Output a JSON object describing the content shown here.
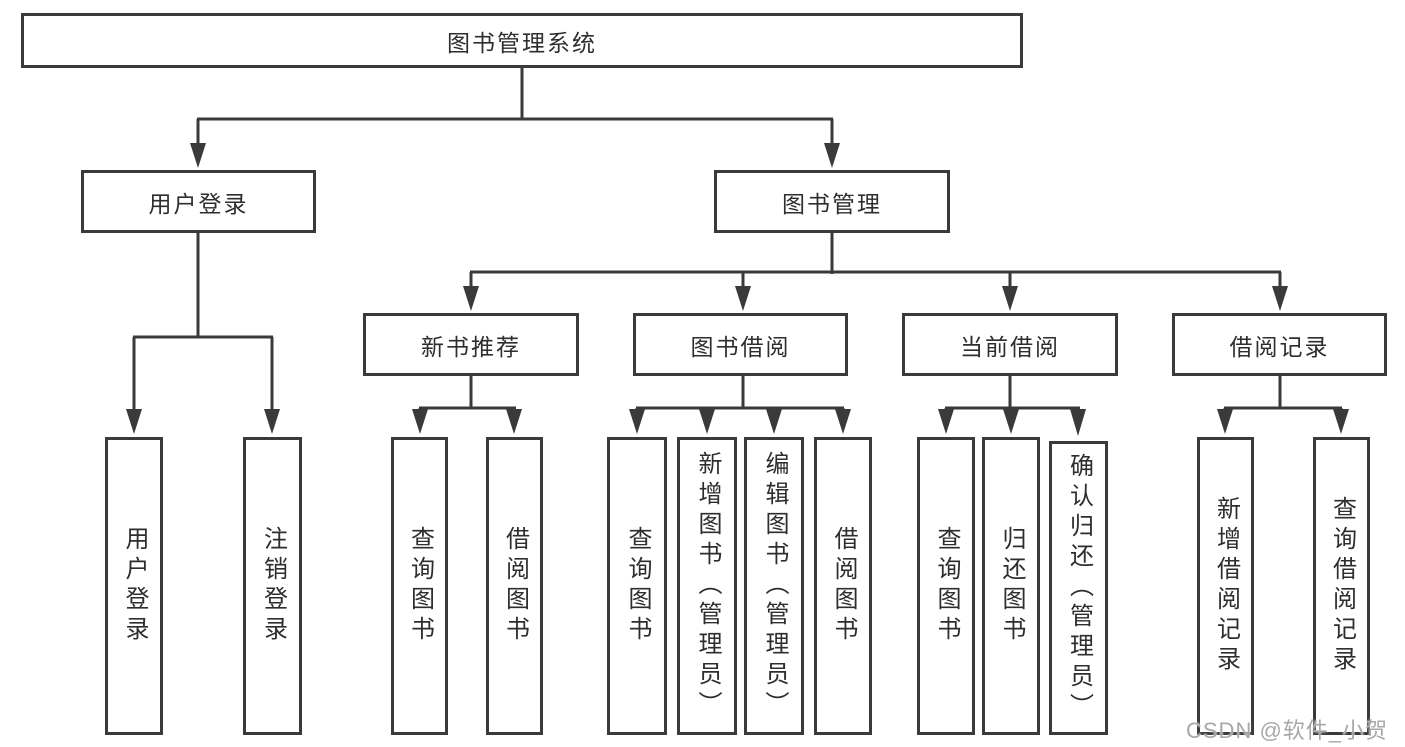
{
  "diagram": {
    "root": {
      "label": "图书管理系统"
    },
    "level2": [
      {
        "label": "用户登录"
      },
      {
        "label": "图书管理"
      }
    ],
    "level3": [
      {
        "label": "新书推荐"
      },
      {
        "label": "图书借阅"
      },
      {
        "label": "当前借阅"
      },
      {
        "label": "借阅记录"
      }
    ],
    "leaves": {
      "user": [
        {
          "label": "用户登录"
        },
        {
          "label": "注销登录"
        }
      ],
      "recommend": [
        {
          "label": "查询图书"
        },
        {
          "label": "借阅图书"
        }
      ],
      "borrow": [
        {
          "label": "查询图书"
        },
        {
          "label": "新增图书（管理员）"
        },
        {
          "label": "编辑图书（管理员）"
        },
        {
          "label": "借阅图书"
        }
      ],
      "current": [
        {
          "label": "查询图书"
        },
        {
          "label": "归还图书"
        },
        {
          "label": "确认归还（管理员）"
        }
      ],
      "records": [
        {
          "label": "新增借阅记录"
        },
        {
          "label": "查询借阅记录"
        }
      ]
    }
  },
  "watermark": {
    "text": "CSDN @软件_小贺同学"
  },
  "colors": {
    "line": "#3a3a3a",
    "box_border": "#3a3a3a",
    "text": "#2e2e2e",
    "watermark": "#a8a8a8",
    "background": "#ffffff"
  }
}
